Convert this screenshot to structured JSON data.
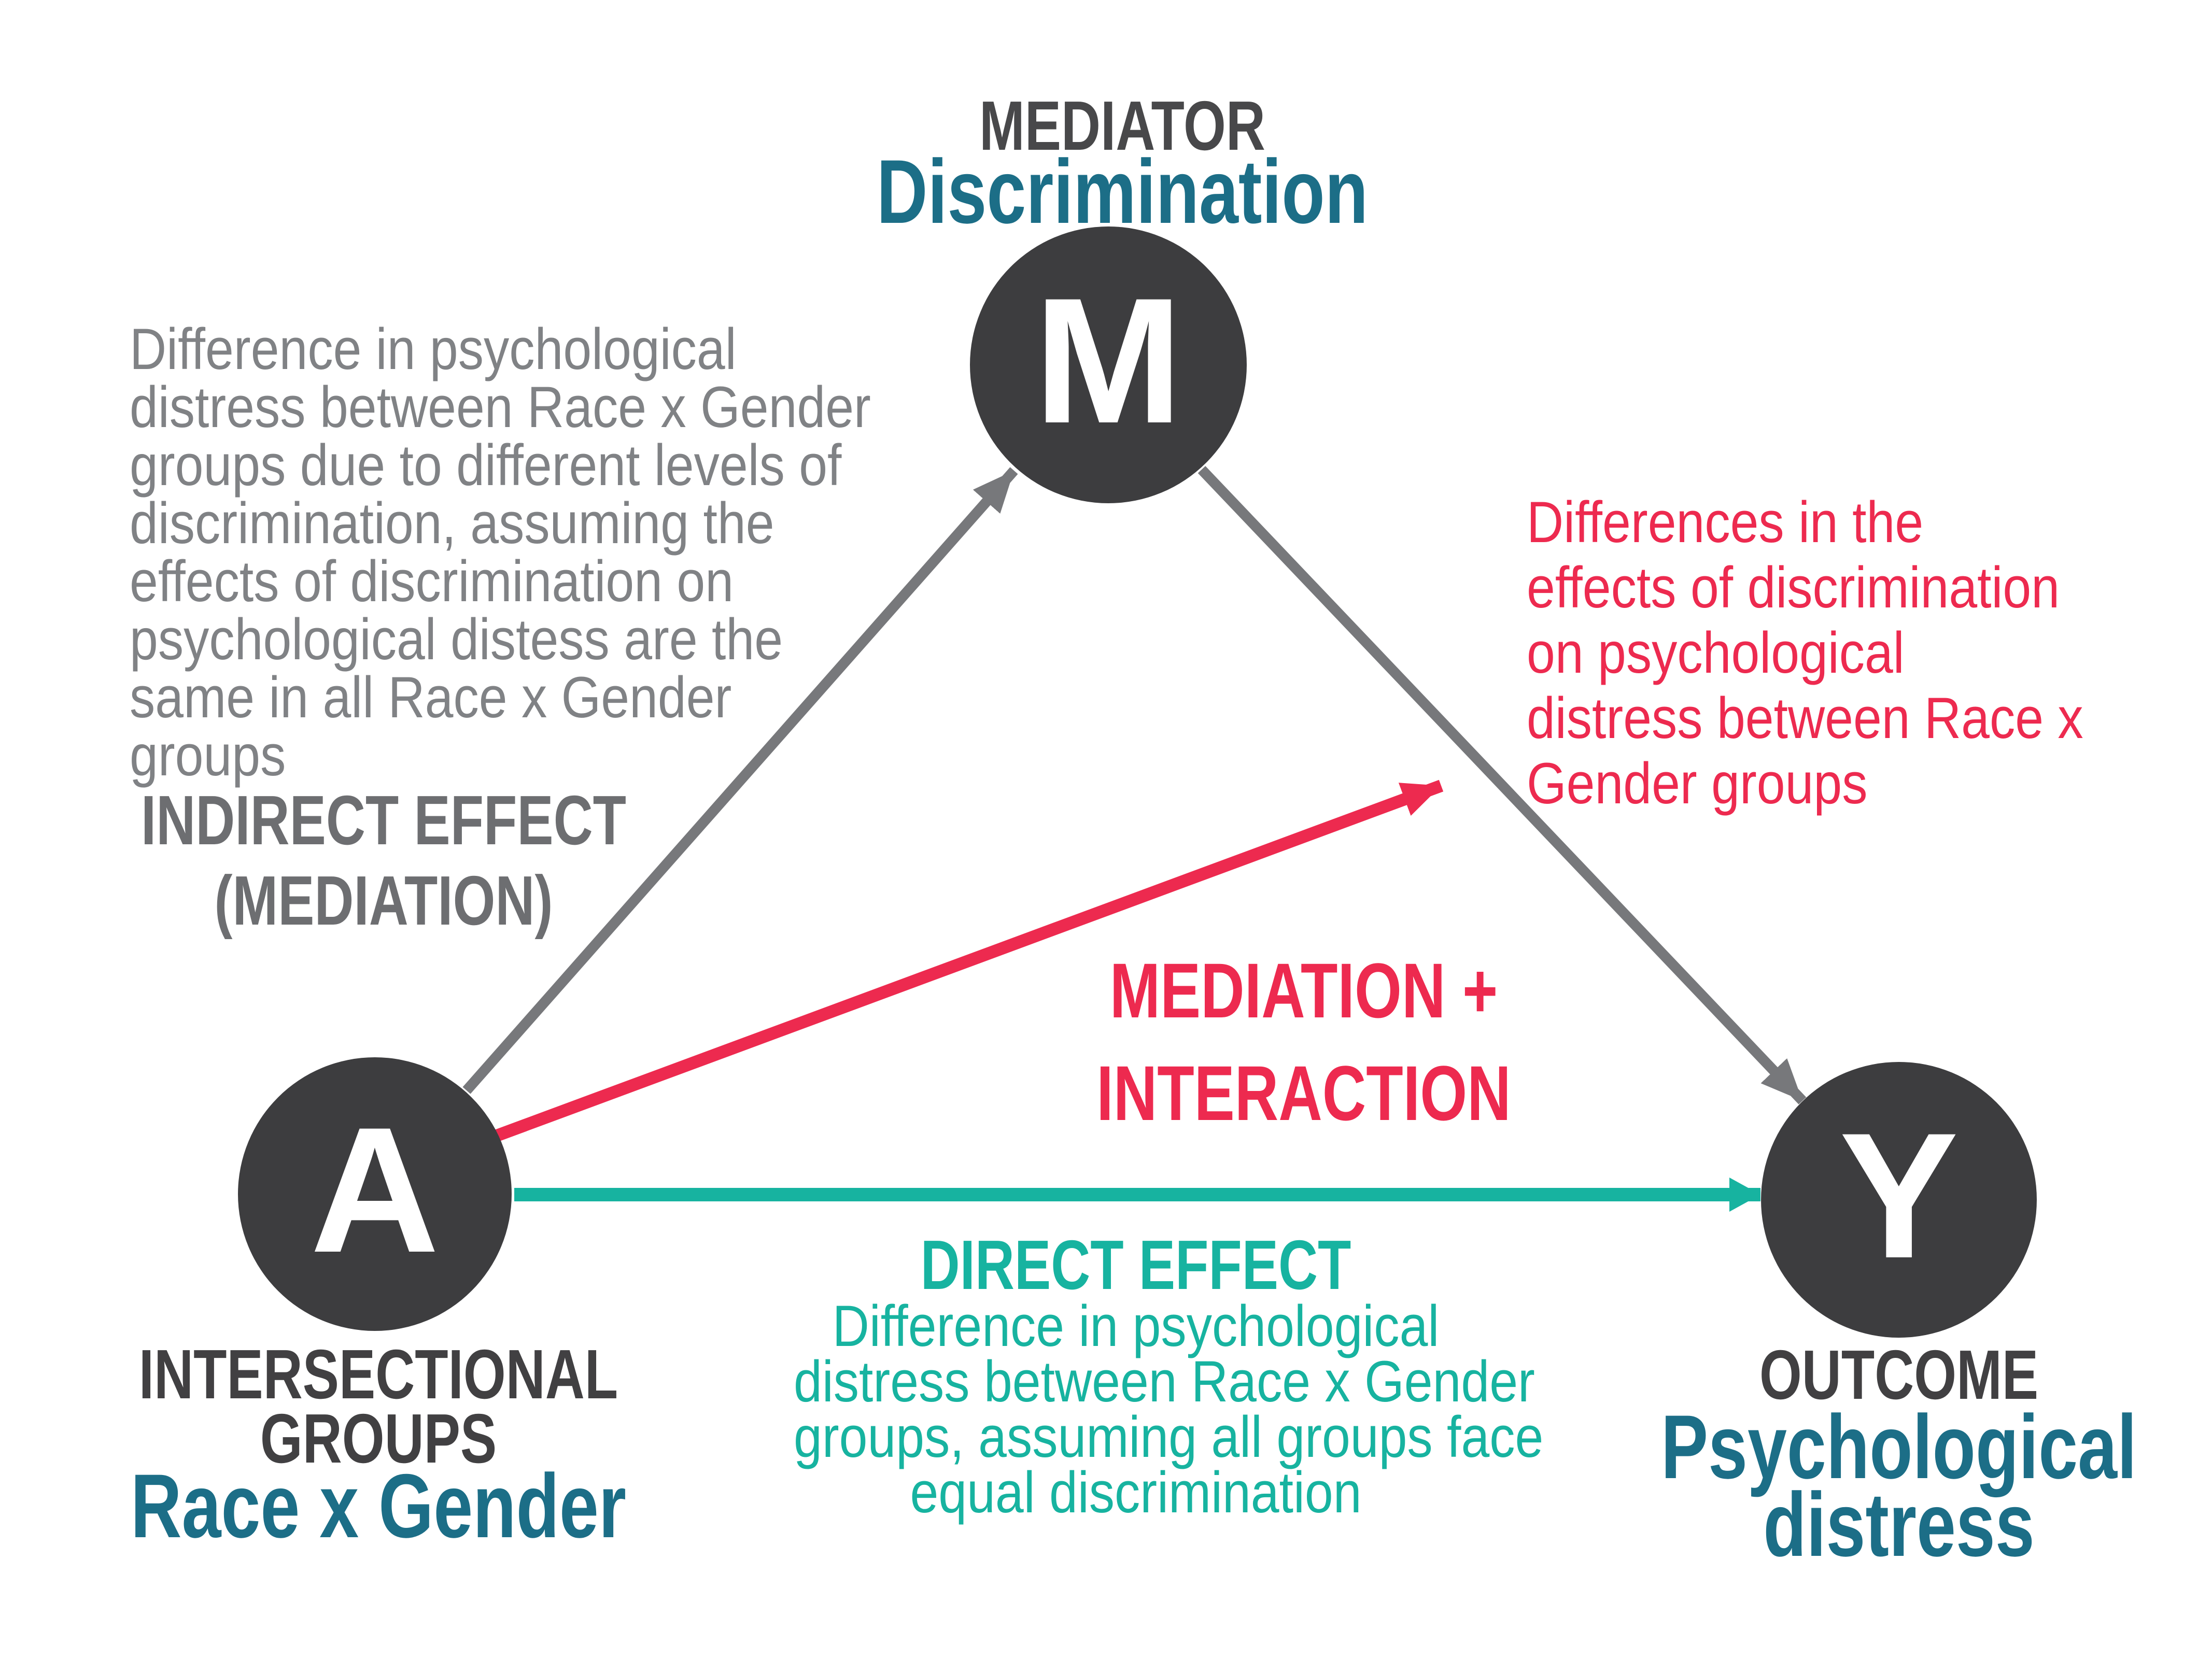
{
  "diagram_title": "Mediation and interaction path diagram (A - M - Y)",
  "nodes": {
    "mediator": {
      "letter": "M",
      "role": "MEDIATOR",
      "label": "Discrimination"
    },
    "exposure": {
      "letter": "A",
      "role_lines": [
        "INTERSECTIONAL",
        "GROUPS"
      ],
      "label": "Race x Gender"
    },
    "outcome": {
      "letter": "Y",
      "role": "OUTCOME",
      "label_lines": [
        "Psychological",
        "distress"
      ]
    }
  },
  "annotations": {
    "indirect": {
      "heading_lines": [
        "INDIRECT EFFECT",
        "(MEDIATION)"
      ],
      "note_lines": [
        "Difference in psychological",
        "distress between Race x Gender",
        "groups due to different levels of",
        "discrimination, assuming the",
        "effects of discrimination on",
        "psychological distess are the",
        "same in all Race x Gender",
        "groups"
      ]
    },
    "interaction": {
      "heading_lines": [
        "MEDIATION +",
        "INTERACTION"
      ],
      "note_lines": [
        "Differences in the",
        "effects of discrimination",
        "on psychological",
        "distress between Race x",
        "Gender groups"
      ]
    },
    "direct": {
      "heading": "DIRECT EFFECT",
      "note_lines": [
        "Difference in psychological",
        "distress between Race x Gender",
        "groups, assuming all groups face",
        "equal discrimination"
      ]
    }
  },
  "arrows": {
    "a_to_m": {
      "meaning": "exposure to mediator path",
      "color": "#77787B"
    },
    "m_to_y": {
      "meaning": "mediator to outcome path",
      "color": "#77787B"
    },
    "a_to_y_direct": {
      "meaning": "direct effect path",
      "color": "#17B3A0"
    },
    "mediation_interaction": {
      "meaning": "mediation + interaction path",
      "color": "#ED2A4F"
    }
  },
  "colors": {
    "node_fill": "#3D3D3F",
    "node_letter": "#FFFFFF",
    "dark_label": "#414042",
    "gray_heading": "#6D6E71",
    "gray_note": "#808285",
    "teal_blue_label": "#1C6E87",
    "teal_green": "#17B3A0",
    "red": "#ED2A4F",
    "arrow_gray": "#77787B",
    "background": "#FFFFFF"
  }
}
